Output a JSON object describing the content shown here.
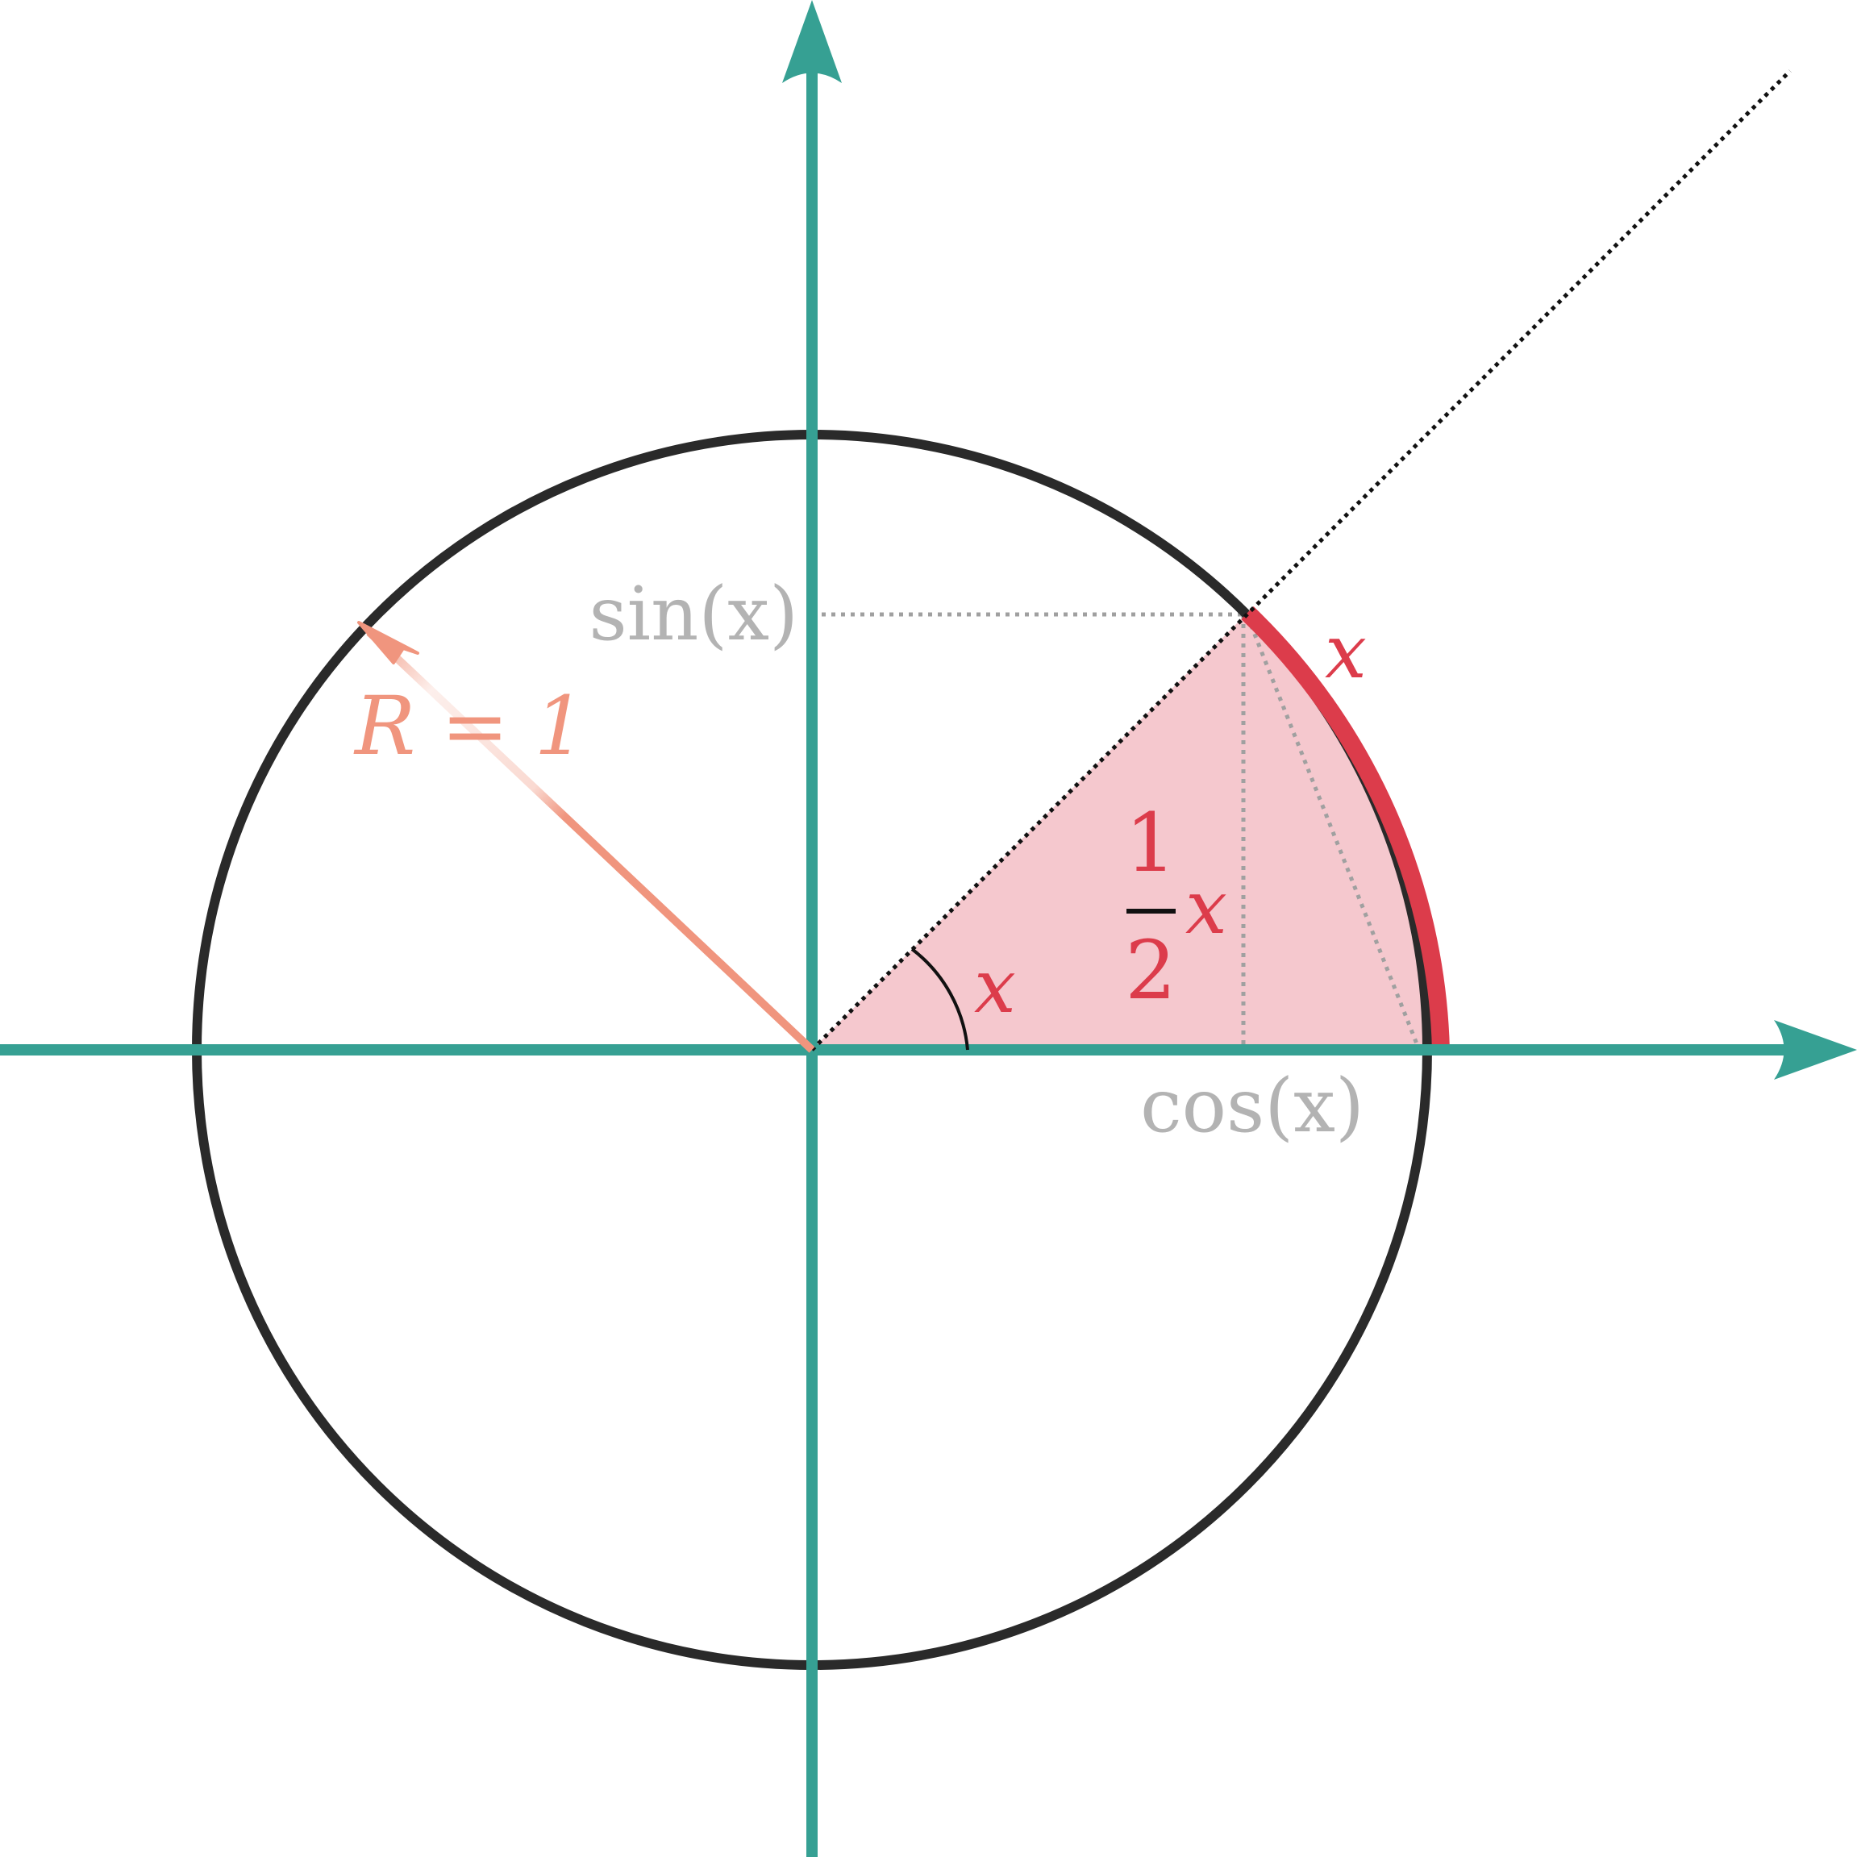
{
  "labels": {
    "sin_label": "sin(x)",
    "cos_label": "cos(x)",
    "radius_label": "R = 1",
    "angle_label": "x",
    "arc_label": "x",
    "area_numerator": "1",
    "area_denominator": "2",
    "area_variable": "x"
  },
  "colors": {
    "axis": "#36A093",
    "circle": "#2A2A2A",
    "arc_highlight": "#DC3C4B",
    "sector_fill": "#F5C8CE",
    "radius_arrow": "#F0957E",
    "guide_lines": "#A0A0A0",
    "label_gray": "#B3B3B3",
    "label_red": "#DC3C4B"
  },
  "diagram": {
    "unit_circle_radius": 1,
    "angle_degrees": 45
  }
}
